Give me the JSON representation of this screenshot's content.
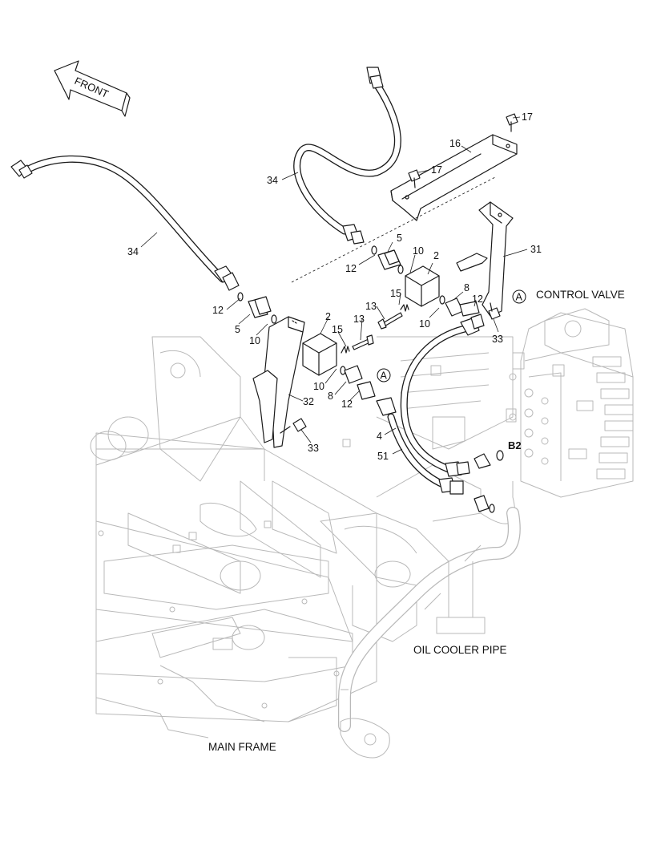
{
  "labels": {
    "front": "FRONT",
    "control_valve": "CONTROL VALVE",
    "oil_cooler_pipe": "OIL COOLER PIPE",
    "main_frame": "MAIN FRAME",
    "port_b2": "B2",
    "connector_a": "A"
  },
  "callouts": {
    "p17": "17",
    "p16": "16",
    "p34": "34",
    "p5": "5",
    "p12": "12",
    "p10": "10",
    "p2": "2",
    "p31": "31",
    "p15": "15",
    "p13": "13",
    "p8": "8",
    "p33": "33",
    "p32": "32",
    "p4": "4",
    "p51": "51"
  }
}
